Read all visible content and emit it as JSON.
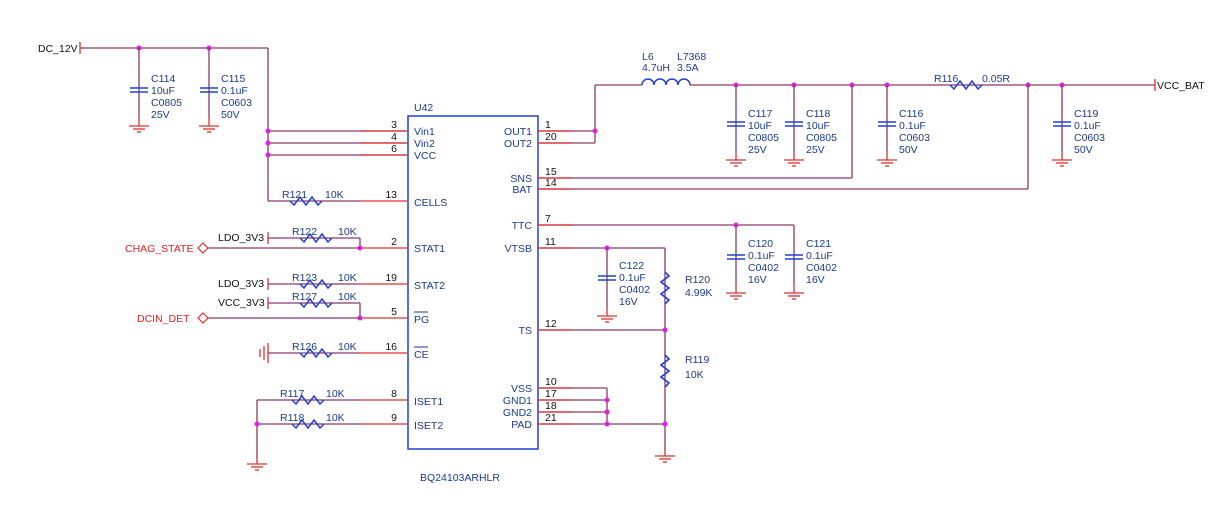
{
  "ic": {
    "ref": "U42",
    "part": "BQ24103ARHLR",
    "left_pins": [
      {
        "num": "3",
        "name": "Vin1"
      },
      {
        "num": "4",
        "name": "Vin2"
      },
      {
        "num": "6",
        "name": "VCC"
      },
      {
        "num": "13",
        "name": "CELLS"
      },
      {
        "num": "2",
        "name": "STAT1"
      },
      {
        "num": "19",
        "name": "STAT2"
      },
      {
        "num": "5",
        "name": "PG"
      },
      {
        "num": "16",
        "name": "CE"
      },
      {
        "num": "8",
        "name": "ISET1"
      },
      {
        "num": "9",
        "name": "ISET2"
      }
    ],
    "right_pins": [
      {
        "num": "1",
        "name": "OUT1"
      },
      {
        "num": "20",
        "name": "OUT2"
      },
      {
        "num": "15",
        "name": "SNS"
      },
      {
        "num": "14",
        "name": "BAT"
      },
      {
        "num": "7",
        "name": "TTC"
      },
      {
        "num": "11",
        "name": "VTSB"
      },
      {
        "num": "12",
        "name": "TS"
      },
      {
        "num": "10",
        "name": "VSS"
      },
      {
        "num": "17",
        "name": "GND1"
      },
      {
        "num": "18",
        "name": "GND2"
      },
      {
        "num": "21",
        "name": "PAD"
      }
    ]
  },
  "nets": {
    "dc12v": "DC_12V",
    "vcc_bat": "VCC_BAT",
    "ldo1": "LDO_3V3",
    "ldo2": "LDO_3V3",
    "vcc3v3": "VCC_3V3",
    "chag_state": "CHAG_STATE",
    "dcin_det": "DCIN_DET"
  },
  "capacitors": {
    "c114": {
      "ref": "C114",
      "value": "10uF",
      "pkg": "C0805",
      "volt": "25V"
    },
    "c115": {
      "ref": "C115",
      "value": "0.1uF",
      "pkg": "C0603",
      "volt": "50V"
    },
    "c117": {
      "ref": "C117",
      "value": "10uF",
      "pkg": "C0805",
      "volt": "25V"
    },
    "c118": {
      "ref": "C118",
      "value": "10uF",
      "pkg": "C0805",
      "volt": "25V"
    },
    "c116": {
      "ref": "C116",
      "value": "0.1uF",
      "pkg": "C0603",
      "volt": "50V"
    },
    "c119": {
      "ref": "C119",
      "value": "0.1uF",
      "pkg": "C0603",
      "volt": "50V"
    },
    "c120": {
      "ref": "C120",
      "value": "0.1uF",
      "pkg": "C0402",
      "volt": "16V"
    },
    "c121": {
      "ref": "C121",
      "value": "0.1uF",
      "pkg": "C0402",
      "volt": "16V"
    },
    "c122": {
      "ref": "C122",
      "value": "0.1uF",
      "pkg": "C0402",
      "volt": "16V"
    }
  },
  "resistors": {
    "r121": {
      "ref": "R121",
      "value": "10K"
    },
    "r122": {
      "ref": "R122",
      "value": "10K"
    },
    "r123": {
      "ref": "R123",
      "value": "10K"
    },
    "r127": {
      "ref": "R127",
      "value": "10K"
    },
    "r126": {
      "ref": "R126",
      "value": "10K"
    },
    "r117": {
      "ref": "R117",
      "value": "10K"
    },
    "r118": {
      "ref": "R118",
      "value": "10K"
    },
    "r116": {
      "ref": "R116",
      "value": "0.05R"
    },
    "r120": {
      "ref": "R120",
      "value": "4.99K"
    },
    "r119": {
      "ref": "R119",
      "value": "10K"
    }
  },
  "inductor": {
    "ref": "L6",
    "part": "L7368",
    "value": "4.7uH",
    "rating": "3.5A"
  }
}
